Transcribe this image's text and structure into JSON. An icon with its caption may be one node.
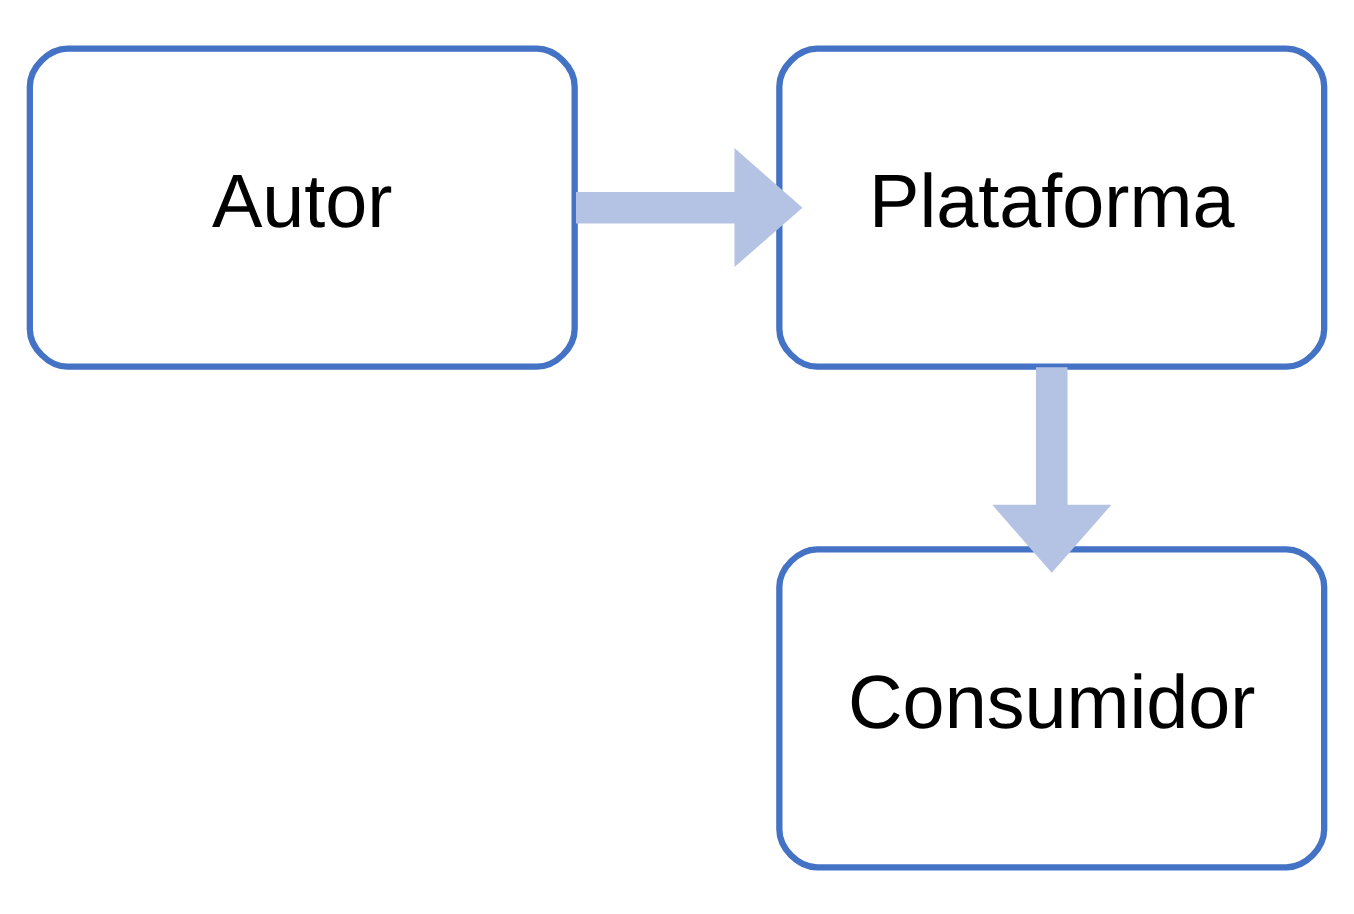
{
  "diagram": {
    "nodes": [
      {
        "text": [
          "Autor"
        ]
      },
      {
        "text": [
          "Plataforma"
        ]
      },
      {
        "text": [
          "Consumidor"
        ]
      }
    ],
    "edges": [
      {
        "from": 0,
        "to": 1,
        "arrow": "to"
      },
      {
        "from": 1,
        "to": 2,
        "arrow": "to"
      }
    ]
  }
}
